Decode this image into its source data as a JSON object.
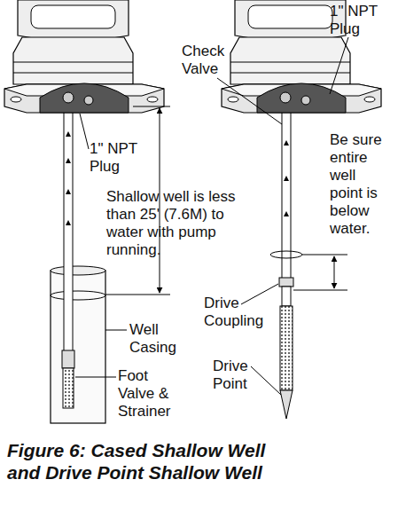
{
  "diagram": {
    "caption": "Figure 6: Cased Shallow Well and Drive Point Shallow Well",
    "labels": [
      "1\" NPT Plug",
      "Shallow well is less than 25' (7.6M) to water with pump running.",
      "Well Casing",
      "Foot Valve & Strainer",
      "Check Valve",
      "1\" NPT Plug",
      "Be sure entire well point is below water.",
      "Drive Coupling",
      "Drive Point"
    ]
  }
}
